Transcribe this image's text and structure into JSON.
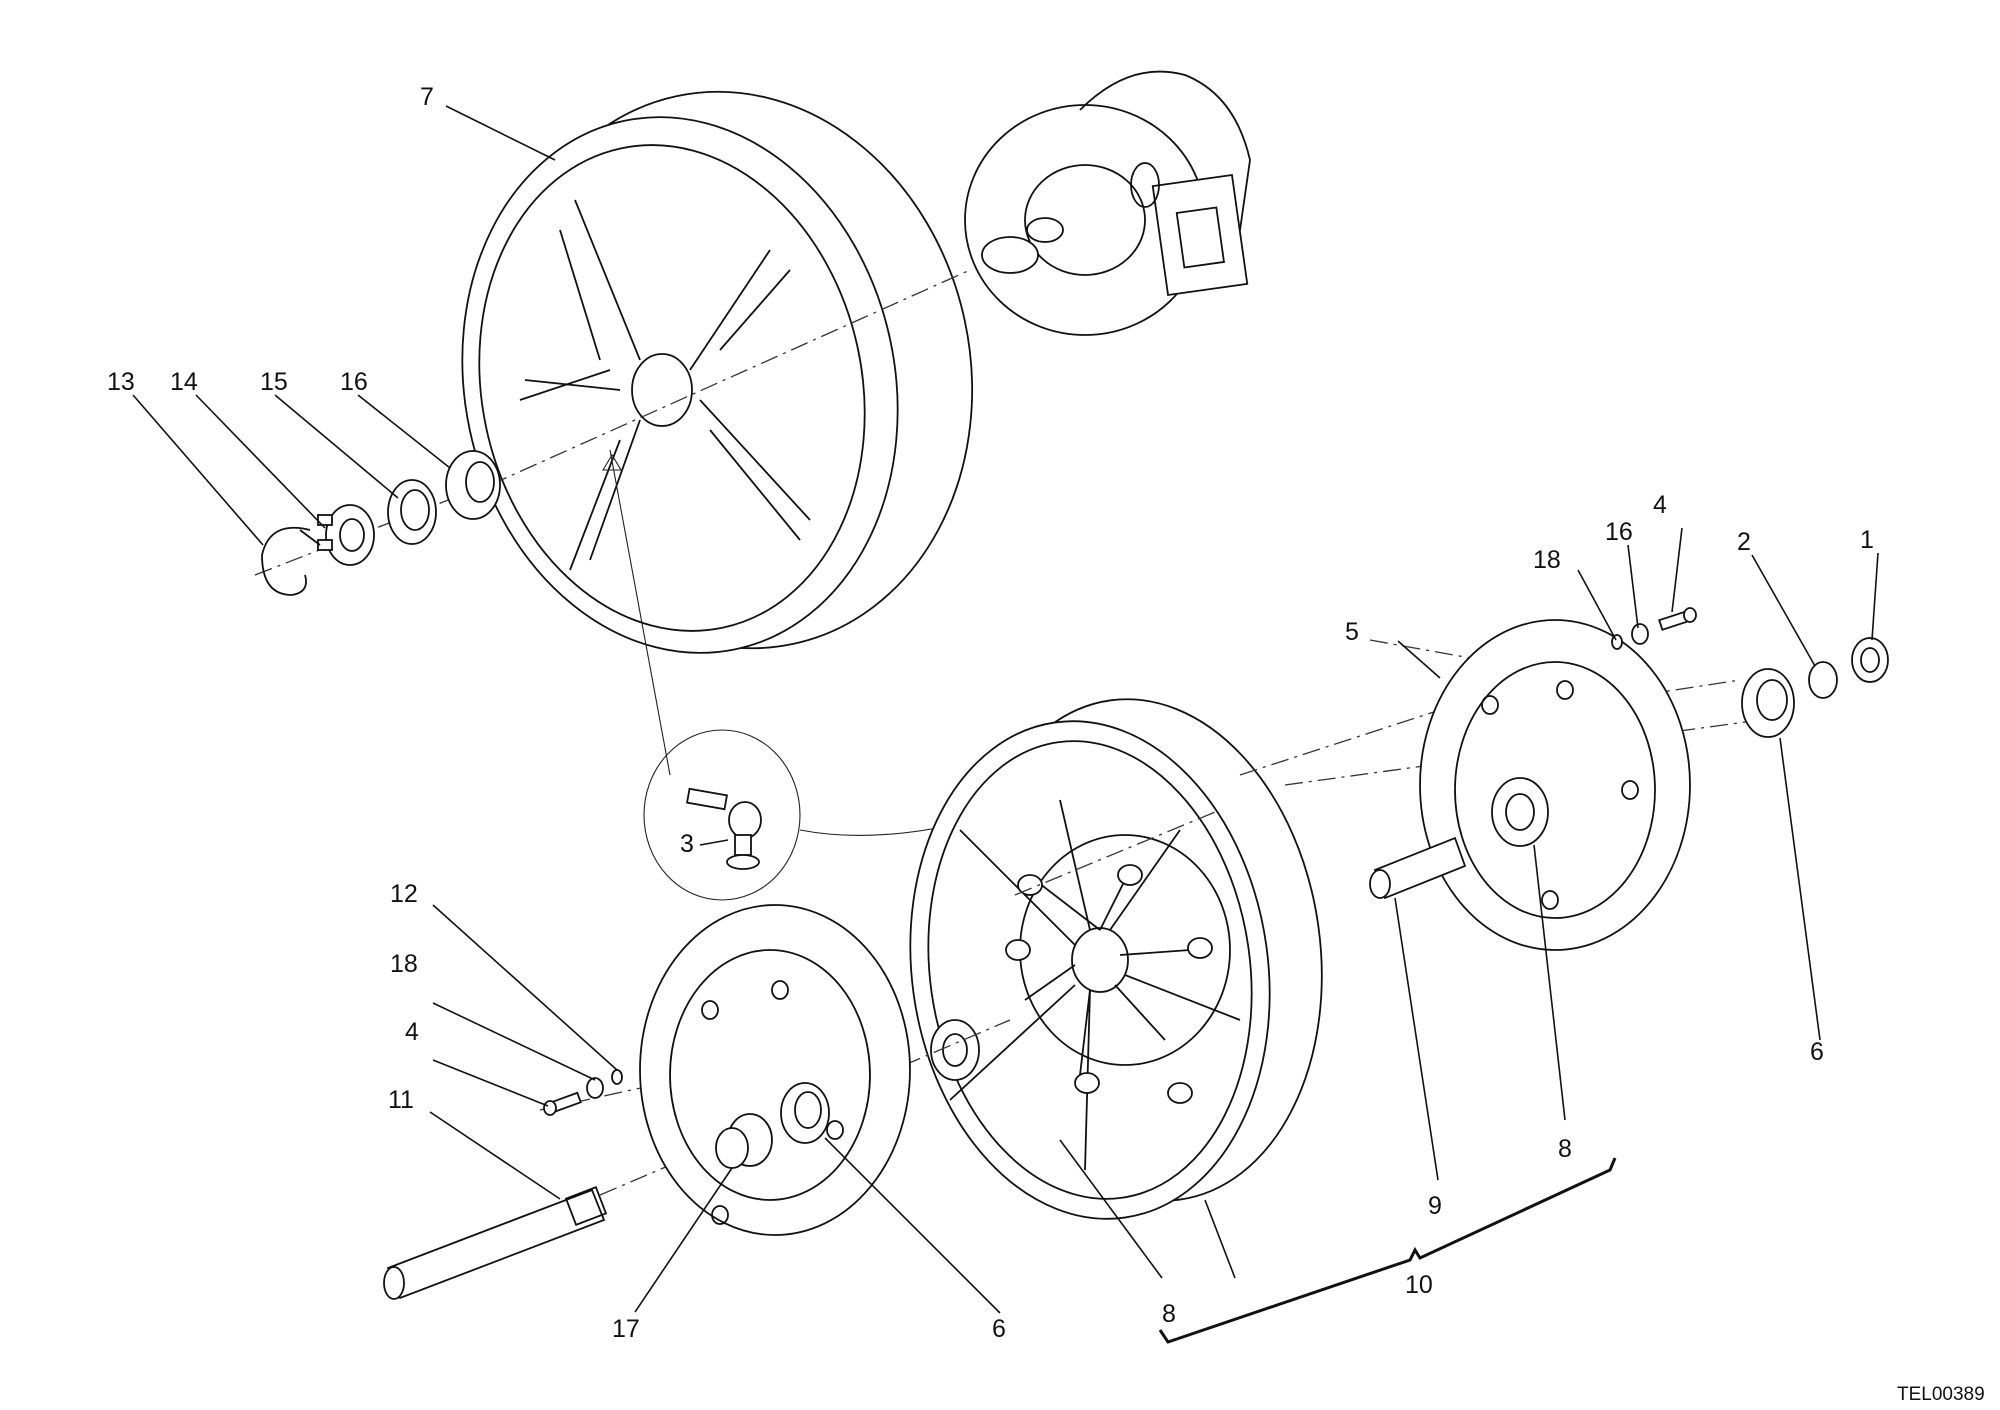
{
  "diagram": {
    "drawing_code": "TEL00389",
    "callouts": [
      "1",
      "2",
      "3",
      "4",
      "4",
      "5",
      "6",
      "6",
      "7",
      "8",
      "8",
      "9",
      "10",
      "11",
      "12",
      "13",
      "14",
      "15",
      "16",
      "16",
      "17",
      "18",
      "18"
    ]
  }
}
